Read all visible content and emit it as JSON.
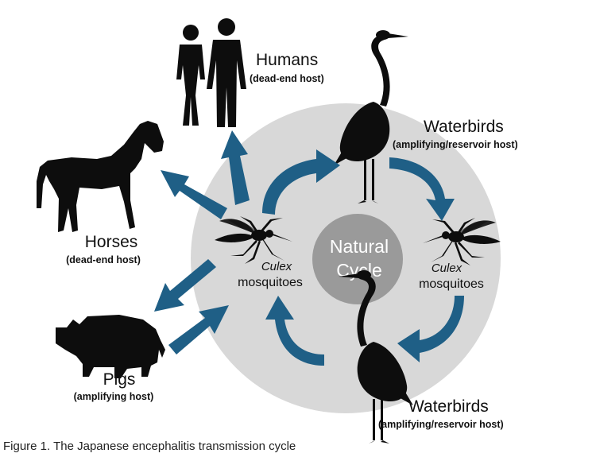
{
  "diagram": {
    "center_label_line1": "Natural",
    "center_label_line2": "Cycle",
    "colors": {
      "background_circle": "#d8d8d8",
      "center_circle": "#9a9a9a",
      "arrow": "#1f5f86",
      "silhouette": "#0d0d0d"
    },
    "nodes": {
      "humans": {
        "name": "Humans",
        "role": "(dead-end host)",
        "icon": "humans-icon"
      },
      "horses": {
        "name": "Horses",
        "role": "(dead-end host)",
        "icon": "horse-icon"
      },
      "pigs": {
        "name": "Pigs",
        "role": "(amplifying host)",
        "icon": "pig-icon"
      },
      "waterbirds_top": {
        "name": "Waterbirds",
        "role": "(amplifying/reservoir host)",
        "icon": "heron-icon"
      },
      "waterbirds_bottom": {
        "name": "Waterbirds",
        "role": "(amplifying/reservoir host)",
        "icon": "heron-icon"
      },
      "mosquito_left": {
        "genus": "Culex",
        "label": "mosquitoes",
        "icon": "mosquito-icon"
      },
      "mosquito_right": {
        "genus": "Culex",
        "label": "mosquitoes",
        "icon": "mosquito-icon"
      }
    }
  },
  "caption": "Figure 1. The Japanese encephalitis transmission cycle"
}
